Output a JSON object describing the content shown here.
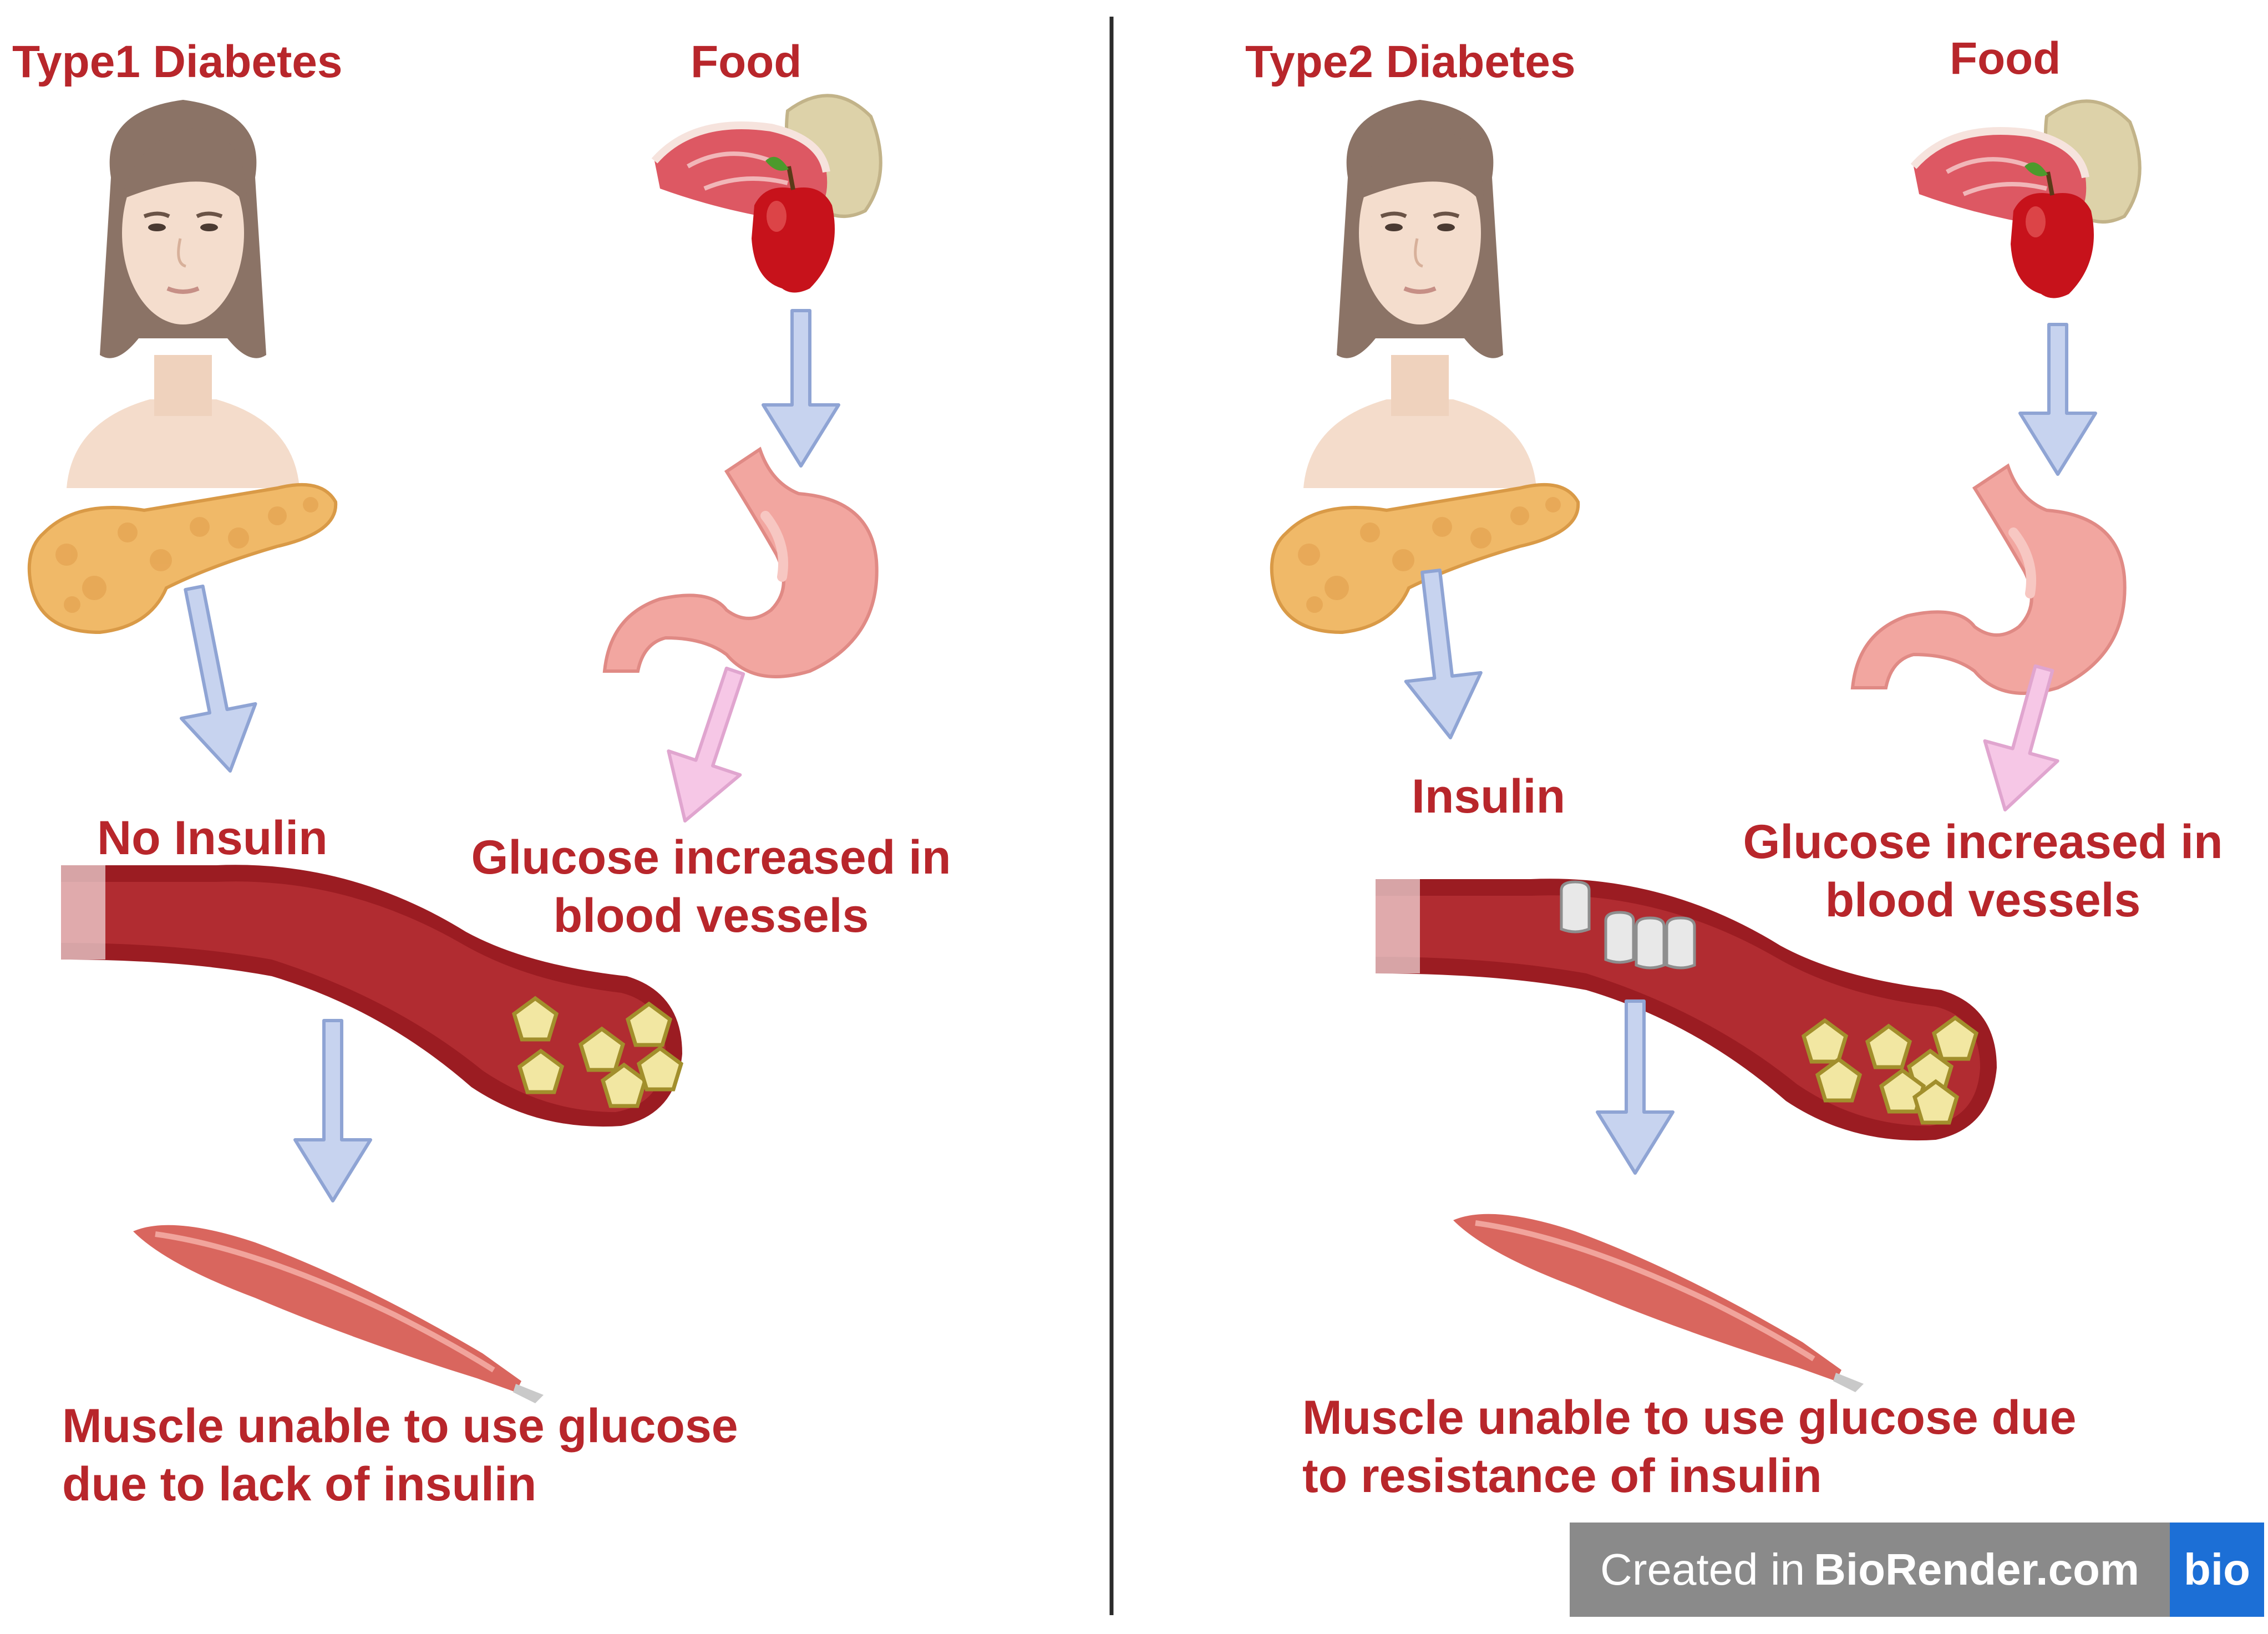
{
  "left": {
    "title": "Type1 Diabetes",
    "food_label": "Food",
    "insulin_label": "No Insulin",
    "glucose_label_line1": "Glucose increased in",
    "glucose_label_line2": "blood vessels",
    "muscle_label_line1": "Muscle unable to use glucose",
    "muscle_label_line2": "due to lack of insulin"
  },
  "right": {
    "title": "Type2 Diabetes",
    "food_label": "Food",
    "insulin_label": "Insulin",
    "glucose_label_line1": "Glucose increased in",
    "glucose_label_line2": "blood vessels",
    "muscle_label_line1": "Muscle unable to use glucose due",
    "muscle_label_line2": "to resistance of insulin"
  },
  "badge": {
    "prefix": "Created in",
    "brand": "BioRender.com",
    "mark": "bio"
  },
  "colors": {
    "label_red": "#b8262b",
    "arrow_blue": "#c7d3ef",
    "arrow_pink": "#f6c7e6",
    "vessel_red": "#9b1c22",
    "glucose_yellow": "#f2e7a2",
    "pancreas_orange": "#f0b968",
    "stomach_pink": "#f2a6a0",
    "muscle_red": "#d9665e"
  },
  "icons": [
    "woman-icon",
    "meat-icon",
    "potato-icon",
    "apple-icon",
    "pancreas-icon",
    "stomach-icon",
    "blood-vessel-icon",
    "glucose-molecule-icon",
    "insulin-receptor-icon",
    "muscle-icon"
  ]
}
